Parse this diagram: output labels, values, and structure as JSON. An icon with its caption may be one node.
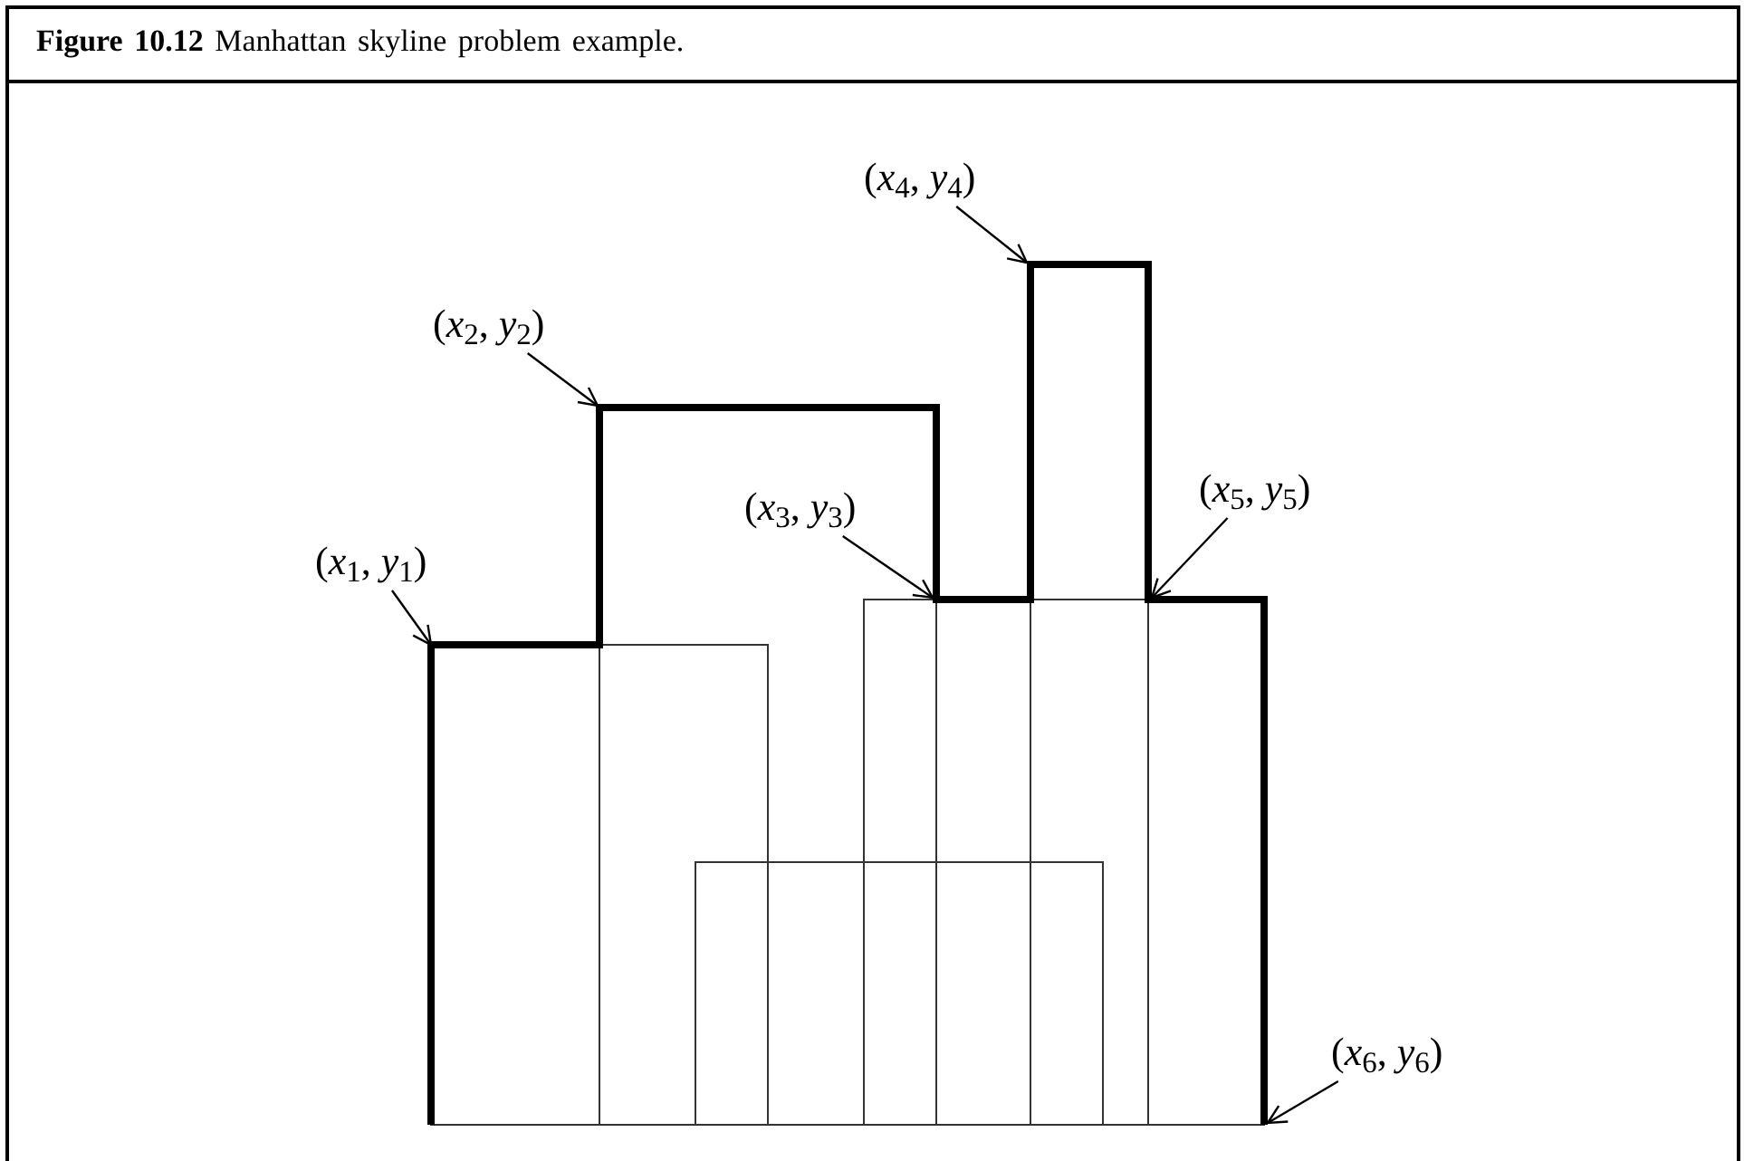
{
  "diagram": {
    "title": "**Figure 10.12** Manhattan skyline problem example.",
    "nodes": [
      {
        "text": [
          "(*x*$_{1}$, *y*$_{1}$)"
        ]
      },
      {
        "text": [
          "(*x*$_{2}$, *y*$_{2}$)"
        ]
      },
      {
        "text": [
          "(*x*$_{3}$, *y*$_{3}$)"
        ]
      },
      {
        "text": [
          "(*x*$_{4}$, *y*$_{4}$)"
        ]
      },
      {
        "text": [
          "(*x*$_{5}$, *y*$_{5}$)"
        ]
      },
      {
        "text": [
          "(*x*$_{6}$, *y*$_{6}$)"
        ]
      }
    ],
    "edges": [
      {
        "from": 0,
        "to": null,
        "arrow": "to"
      },
      {
        "from": 1,
        "to": null,
        "arrow": "to"
      },
      {
        "from": 2,
        "to": null,
        "arrow": "to"
      },
      {
        "from": 3,
        "to": null,
        "arrow": "to"
      },
      {
        "from": 4,
        "to": null,
        "arrow": "to"
      },
      {
        "from": 5,
        "to": null,
        "arrow": "to"
      }
    ]
  }
}
